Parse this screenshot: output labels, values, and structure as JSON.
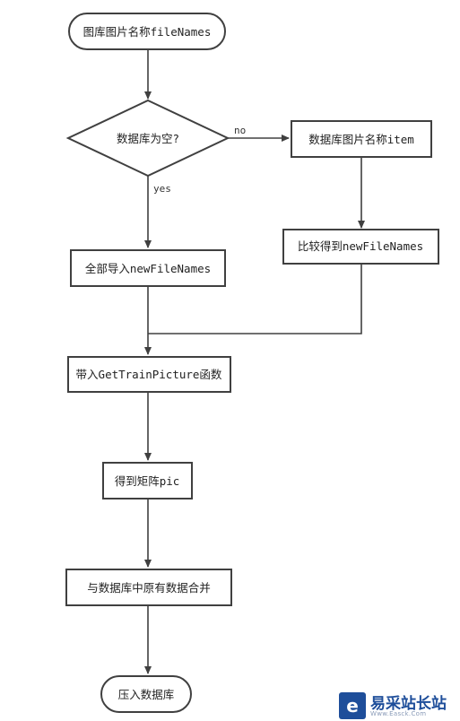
{
  "diagram": {
    "nodes": {
      "start": "图库图片名称fileNames",
      "decision": "数据库为空?",
      "db_names": "数据库图片名称item",
      "compare": "比较得到newFileNames",
      "import_all": "全部导入newFileNames",
      "call_func": "带入GetTrainPicture函数",
      "get_matrix": "得到矩阵pic",
      "merge": "与数据库中原有数据合并",
      "end": "压入数据库"
    },
    "edge_labels": {
      "no": "no",
      "yes": "yes"
    }
  },
  "watermark": {
    "logo_letter": "e",
    "name": "易采站长站",
    "url": "Www.Easck.Com"
  }
}
